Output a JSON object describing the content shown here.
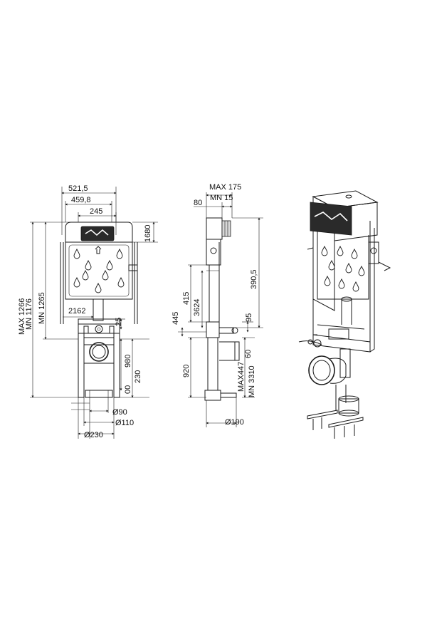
{
  "front_view": {
    "dim_total_width": "521,5",
    "dim_frame_width": "459,8",
    "dim_panel_width": "245",
    "dim_panel_height": "1680",
    "dim_max_height": "MAX 1266",
    "dim_min_height": "MN 1176",
    "dim_frame_height": "MN 1265",
    "dim_2162": "2162",
    "dim_25": "25",
    "dim_980": "980",
    "dim_230": "230",
    "dim_00": "00",
    "dim_d90": "Ø90",
    "dim_d110": "Ø110",
    "dim_d230": "Ø230"
  },
  "side_view": {
    "dim_max175": "MAX 175",
    "dim_mn15": "MN 15",
    "dim_80": "80",
    "dim_390": "390,5",
    "dim_415": "415",
    "dim_3624": "3624",
    "dim_445": "445",
    "dim_95": "95",
    "dim_920": "920",
    "dim_max447": "MAX447",
    "dim_60": "60",
    "dim_mn3310": "MN 3310",
    "dim_d190": "Ø190"
  }
}
